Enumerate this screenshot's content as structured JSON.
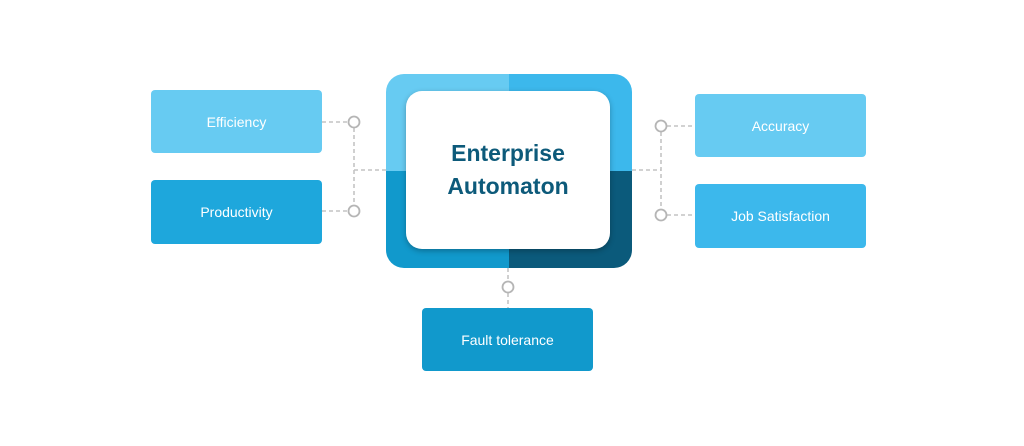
{
  "hub": {
    "title_line1": "Enterprise",
    "title_line2": "Automaton"
  },
  "nodes": {
    "efficiency": "Efficiency",
    "productivity": "Productivity",
    "accuracy": "Accuracy",
    "job_satisfaction": "Job Satisfaction",
    "fault_tolerance": "Fault tolerance"
  },
  "colors": {
    "light_blue": "#67cbf2",
    "sky_blue": "#3cb8ec",
    "mid_blue": "#1199cc",
    "dark_blue": "#0b5a7b",
    "title_text": "#0d5a7a",
    "connector": "#bdbdbd"
  }
}
